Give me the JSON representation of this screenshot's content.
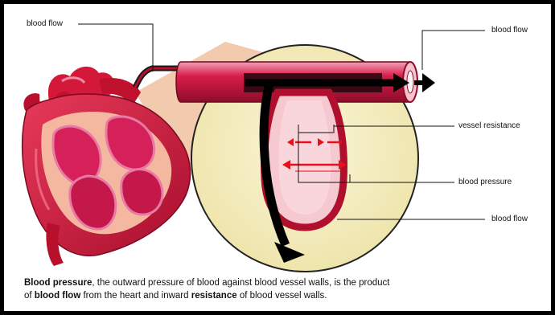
{
  "labels": {
    "blood_flow_top_left": "blood flow",
    "blood_flow_top_right": "blood flow",
    "vessel_resistance": "vessel resistance",
    "blood_pressure": "blood pressure",
    "blood_flow_bottom": "blood flow"
  },
  "caption": {
    "term_1": "Blood pressure",
    "text_1": ", the outward pressure of blood against blood vessel walls, is the product",
    "text_2": "of ",
    "term_2": "blood flow",
    "text_3": " from the heart  and inward ",
    "term_3": "resistance",
    "text_4": " of blood vessel walls."
  },
  "colors": {
    "heart_red": "#d4183a",
    "heart_pink": "#e87aa6",
    "vessel_red": "#c8102e",
    "lens_fill": "#f6efc2",
    "arrow": "#e8101c"
  },
  "icons": [
    "heart-illustration",
    "vessel-cross-section",
    "flow-arrow",
    "pressure-arrows"
  ]
}
